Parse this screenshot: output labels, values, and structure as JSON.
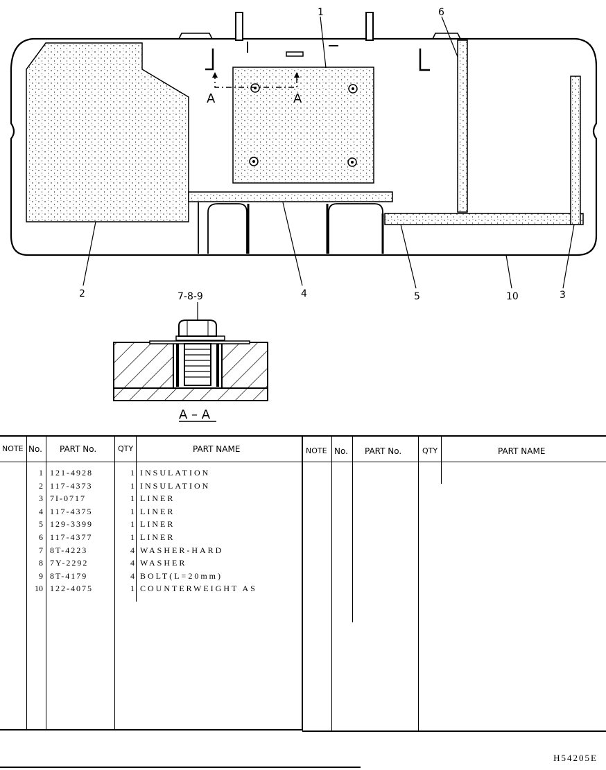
{
  "drawing": {
    "callouts": [
      "1",
      "2",
      "3",
      "4",
      "5",
      "6",
      "7-8-9",
      "10"
    ],
    "section_mark": "A",
    "section_title": "A – A"
  },
  "table": {
    "headers": {
      "note": "NOTE",
      "no": "No.",
      "part_no": "PART No.",
      "qty": "QTY",
      "part_name": "PART NAME"
    },
    "rows": [
      {
        "no": "1",
        "part_no": "121-4928",
        "qty": "1",
        "part_name": "INSULATION"
      },
      {
        "no": "2",
        "part_no": "117-4373",
        "qty": "1",
        "part_name": "INSULATION"
      },
      {
        "no": "3",
        "part_no": "7I-0717",
        "qty": "1",
        "part_name": "LINER"
      },
      {
        "no": "4",
        "part_no": "117-4375",
        "qty": "1",
        "part_name": "LINER"
      },
      {
        "no": "5",
        "part_no": "129-3399",
        "qty": "1",
        "part_name": "LINER"
      },
      {
        "no": "6",
        "part_no": "117-4377",
        "qty": "1",
        "part_name": "LINER"
      },
      {
        "no": "7",
        "part_no": "8T-4223",
        "qty": "4",
        "part_name": "WASHER-HARD"
      },
      {
        "no": "8",
        "part_no": "7Y-2292",
        "qty": "4",
        "part_name": "WASHER"
      },
      {
        "no": "9",
        "part_no": "8T-4179",
        "qty": "4",
        "part_name": "BOLT(L=20mm)"
      },
      {
        "no": "10",
        "part_no": "122-4075",
        "qty": "1",
        "part_name": "COUNTERWEIGHT AS"
      }
    ]
  },
  "document_code": "H54205E"
}
